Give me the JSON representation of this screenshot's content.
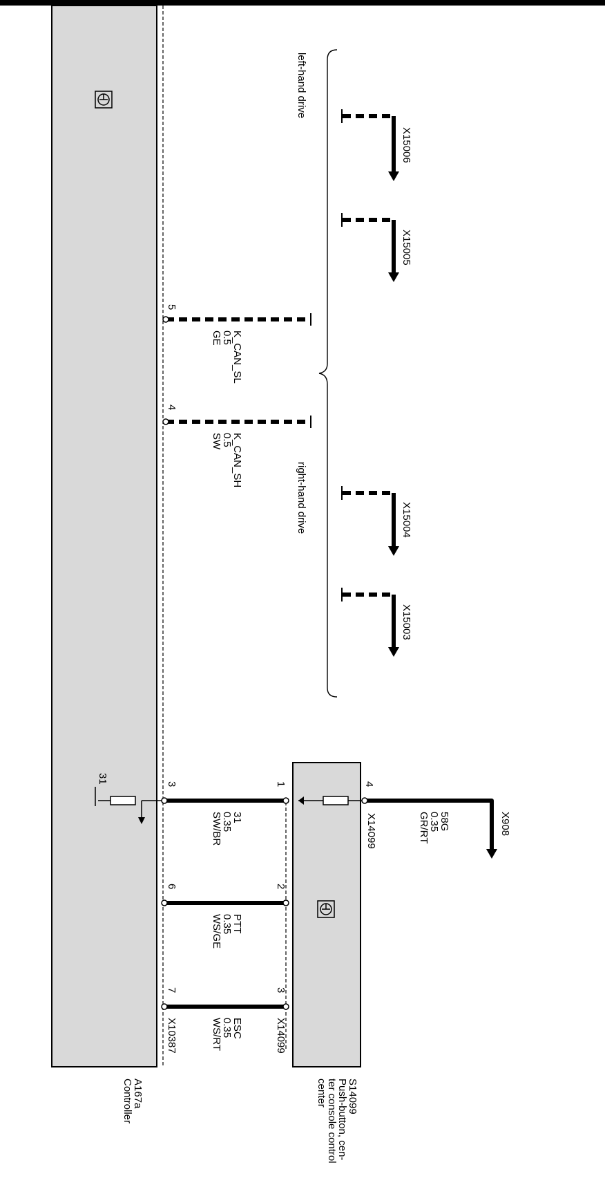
{
  "components": {
    "controller": {
      "id": "A167a",
      "name": "Controller",
      "connector": "X10387"
    },
    "push_button": {
      "id": "S14099",
      "name": "Push-button, cen-ter console control center",
      "name_lines": [
        "Push-button, cen-",
        "ter console control",
        "center"
      ],
      "connector": "X14099"
    }
  },
  "variants": {
    "left": "left-hand drive",
    "right": "right-hand drive"
  },
  "connectors": {
    "x15006": "X15006",
    "x15005": "X15005",
    "x15004": "X15004",
    "x15003": "X15003",
    "x908": "X908",
    "x14099_top": "X14099",
    "x10387": "X10387"
  },
  "wires": {
    "kcan_sl": {
      "pin": "5",
      "signal": "K_CAN_SL",
      "size": "0.5",
      "color": "GE"
    },
    "kcan_sh": {
      "pin": "4",
      "signal": "K_CAN_SH",
      "size": "0.5",
      "color": "SW"
    },
    "w31": {
      "pin_ctrl": "3",
      "pin_btn": "1",
      "signal": "31",
      "size": "0.35",
      "color": "SW/BR"
    },
    "ptt": {
      "pin_ctrl": "6",
      "pin_btn": "2",
      "signal": "PTT",
      "size": "0.35",
      "color": "WS/GE"
    },
    "esc": {
      "pin_ctrl": "7",
      "pin_btn": "3",
      "signal": "ESC",
      "size": "0.35",
      "color": "WS/RT"
    },
    "w58g": {
      "pin": "4",
      "signal": "58G",
      "size": "0.35",
      "color": "GR/RT"
    }
  },
  "ground": "31",
  "colors": {
    "module_fill": "#d9d9d9",
    "line": "#000000"
  }
}
